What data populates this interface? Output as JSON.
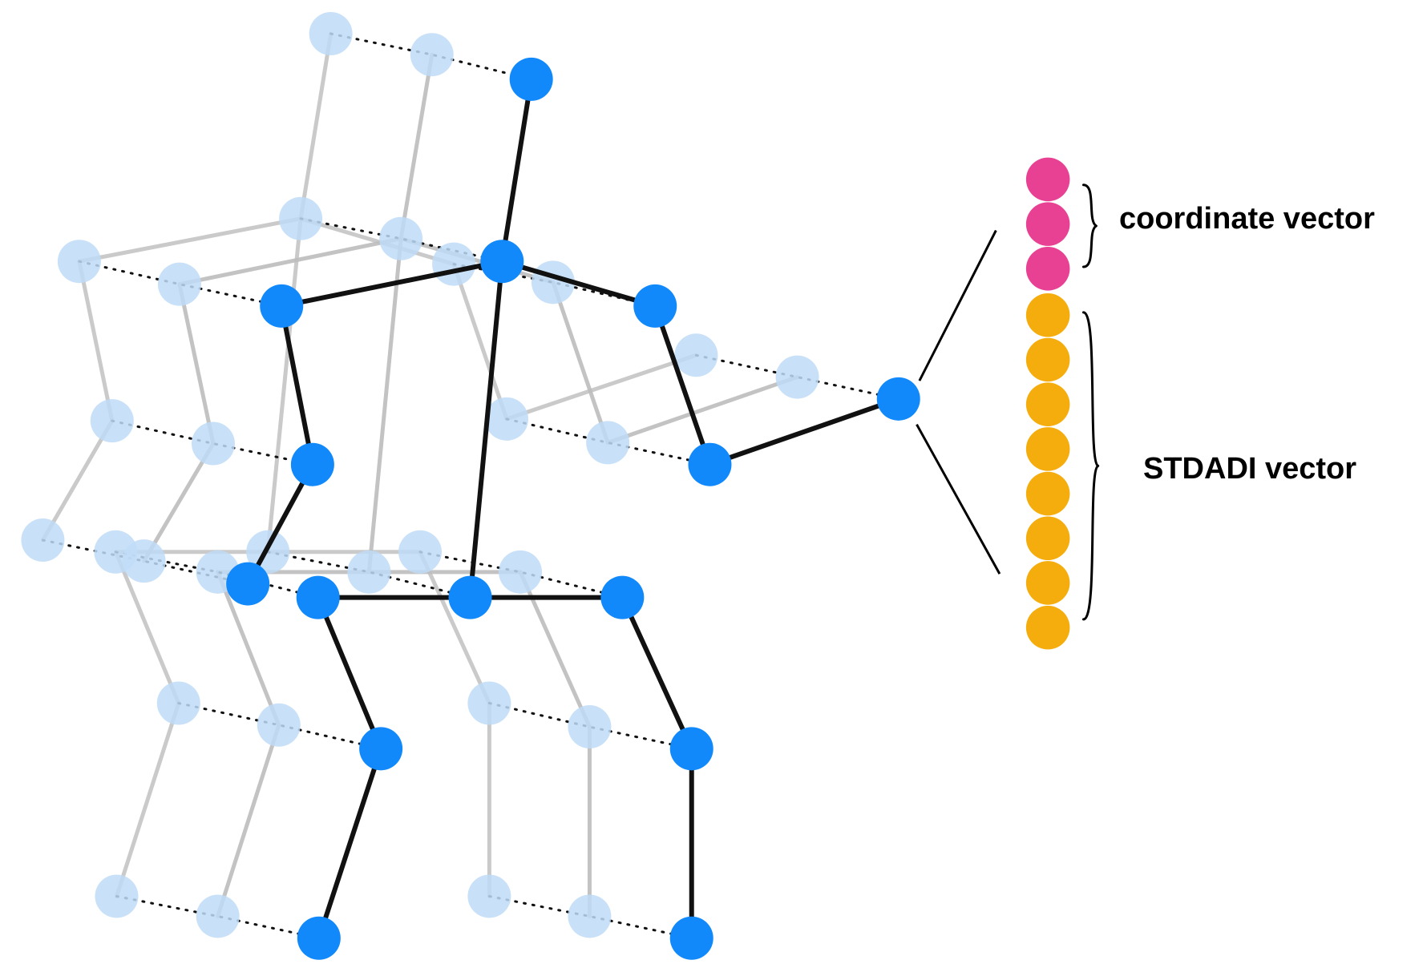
{
  "labels": {
    "coordinate_vector": "coordinate vector",
    "stdadi_vector": "STDADI vector"
  },
  "legend_vector": {
    "coordinate_count": 3,
    "stdadi_count": 8
  },
  "colors": {
    "joint": "#1189fb",
    "ghost_joint": "#bfdcf7",
    "bone": "#111111",
    "ghost_bone": "#bdbdbd",
    "temporal_link": "#111111",
    "coordinate": "#e84194",
    "stdadi": "#f5ad0d"
  }
}
